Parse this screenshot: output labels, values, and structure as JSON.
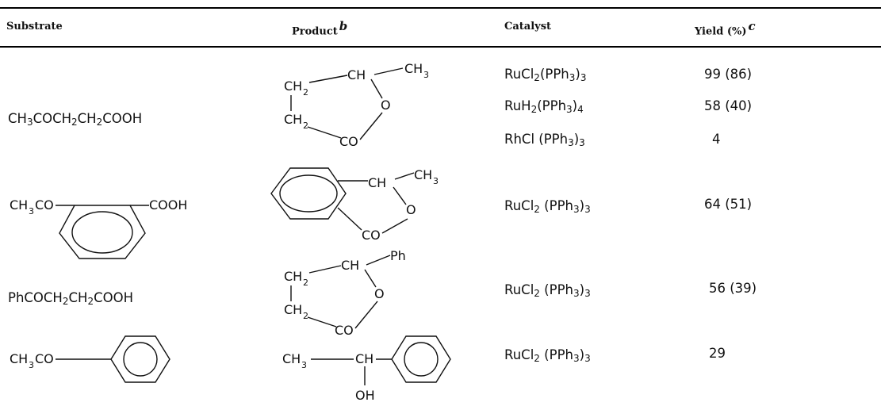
{
  "table": {
    "headers": {
      "substrate": "Substrate",
      "product": "Product",
      "product_note": "b",
      "catalyst": "Catalyst",
      "yield": "Yield (%)",
      "yield_note": "c"
    },
    "rows": [
      {
        "substrate_parts": [
          [
            "CH",
            "3"
          ],
          [
            "COCH",
            "2"
          ],
          [
            "CH",
            "2"
          ],
          [
            "COOH",
            ""
          ]
        ],
        "product_labels": {
          "ch2_top": "CH",
          "ch2_bot": "CH",
          "sub2": "2",
          "ch": "CH",
          "methyl": "CH",
          "sub3": "3",
          "o": "O",
          "co": "CO"
        },
        "catalysts": [
          [
            [
              "RuCl",
              "2"
            ],
            [
              "(PPh",
              "3"
            ],
            [
              ")",
              "3"
            ]
          ],
          [
            [
              "RuH",
              "2"
            ],
            [
              "(PPh",
              "3"
            ],
            [
              ")",
              "4"
            ]
          ],
          [
            [
              "RhCl (PPh",
              "3"
            ],
            [
              ")",
              "3"
            ]
          ]
        ],
        "yields": [
          "99 (86)",
          "58 (40)",
          "4"
        ]
      },
      {
        "substrate_labels": {
          "left": "CH",
          "sub3": "3",
          "left_tail": "CO",
          "right": "COOH"
        },
        "product_labels": {
          "ch": "CH",
          "methyl": "CH",
          "sub3": "3",
          "o": "O",
          "co": "CO"
        },
        "catalysts": [
          [
            [
              "RuCl",
              "2"
            ],
            [
              " (PPh",
              "3"
            ],
            [
              ")",
              "3"
            ]
          ]
        ],
        "yields": [
          "64 (51)"
        ]
      },
      {
        "substrate_parts": [
          [
            "PhCOCH",
            "2"
          ],
          [
            "CH",
            "2"
          ],
          [
            "COOH",
            ""
          ]
        ],
        "product_labels": {
          "ch2_top": "CH",
          "ch2_bot": "CH",
          "sub2": "2",
          "ch": "CH",
          "ph": "Ph",
          "o": "O",
          "co": "CO"
        },
        "catalysts": [
          [
            [
              "RuCl",
              "2"
            ],
            [
              " (PPh",
              "3"
            ],
            [
              ")",
              "3"
            ]
          ]
        ],
        "yields": [
          "56 (39)"
        ]
      },
      {
        "substrate_labels": {
          "left": "CH",
          "sub3": "3",
          "left_tail": "CO"
        },
        "product_labels": {
          "left": "CH",
          "sub3": "3",
          "ch": "CH",
          "oh": "OH"
        },
        "catalysts": [
          [
            [
              "RuCl",
              "2"
            ],
            [
              " (PPh",
              "3"
            ],
            [
              ")",
              "3"
            ]
          ]
        ],
        "yields": [
          "29"
        ]
      }
    ]
  }
}
